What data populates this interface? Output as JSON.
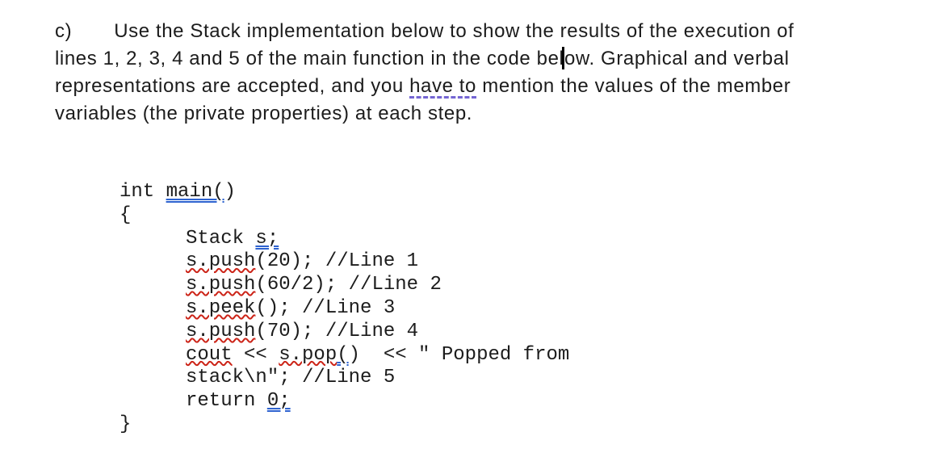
{
  "colors": {
    "background": "#ffffff",
    "text": "#1c1c1c",
    "caret": "#000000",
    "spell_underline": "#cc2418",
    "grammar_underline": "#2e63d0",
    "style_underline": "#7465d3"
  },
  "question": {
    "full_text": "c) Use the Stack implementation below to show the results of the execution of lines 1, 2, 3, 4 and 5 of the main function in the code below. Graphical and verbal representations are accepted, and you have to mention the values of the member variables (the private properties) at each step.",
    "lines": [
      {
        "indent": 0,
        "seg": [
          {
            "t": "c)"
          },
          {
            "gap": 52
          },
          {
            "t": "Use the Stack implementation below to show the results of the execution of"
          }
        ]
      },
      {
        "indent": 0,
        "seg": [
          {
            "t": "lines 1, 2, 3, 4 and 5 of the main function in the code bel"
          },
          {
            "caret": true
          },
          {
            "t": "ow. Graphical and verbal"
          }
        ]
      },
      {
        "indent": 0,
        "seg": [
          {
            "t": "representations are accepted, and you "
          },
          {
            "t": "have to",
            "d": "dashed"
          },
          {
            "t": " mention the values of the member"
          }
        ]
      },
      {
        "indent": 0,
        "seg": [
          {
            "t": "variables (the private properties) at each step."
          }
        ]
      }
    ]
  },
  "code": {
    "language": "cpp",
    "lines": [
      {
        "indent": 0,
        "seg": [
          {
            "t": "int "
          },
          {
            "t": "main(",
            "d": "double"
          },
          {
            "t": ")"
          }
        ]
      },
      {
        "indent": 0,
        "seg": [
          {
            "t": "{"
          }
        ]
      },
      {
        "indent": 1,
        "seg": [
          {
            "t": "Stack "
          },
          {
            "t": "s;",
            "d": "double"
          }
        ]
      },
      {
        "indent": 1,
        "seg": [
          {
            "t": "s.push",
            "d": "wavy"
          },
          {
            "t": "(20); //Line 1"
          }
        ]
      },
      {
        "indent": 1,
        "seg": [
          {
            "t": "s.push",
            "d": "wavy"
          },
          {
            "t": "(60/2); //Line 2"
          }
        ]
      },
      {
        "indent": 1,
        "seg": [
          {
            "t": "s.peek",
            "d": "wavy"
          },
          {
            "t": "(); //Line 3"
          }
        ]
      },
      {
        "indent": 1,
        "seg": [
          {
            "t": "s.push",
            "d": "wavy"
          },
          {
            "t": "(70); //Line 4"
          }
        ]
      },
      {
        "indent": 1,
        "seg": [
          {
            "t": "cout",
            "d": "wavy"
          },
          {
            "t": " << "
          },
          {
            "t": "s.pop",
            "d": "wavy"
          },
          {
            "t": "(",
            "d": "double"
          },
          {
            "t": ")  << \" Popped from"
          }
        ]
      },
      {
        "indent": 1,
        "seg": [
          {
            "t": "stack\\n\"; //Line 5"
          }
        ]
      },
      {
        "indent": 1,
        "seg": [
          {
            "t": "return "
          },
          {
            "t": "0;",
            "d": "double"
          }
        ]
      },
      {
        "indent": 0,
        "seg": [
          {
            "t": "}"
          }
        ]
      }
    ]
  }
}
